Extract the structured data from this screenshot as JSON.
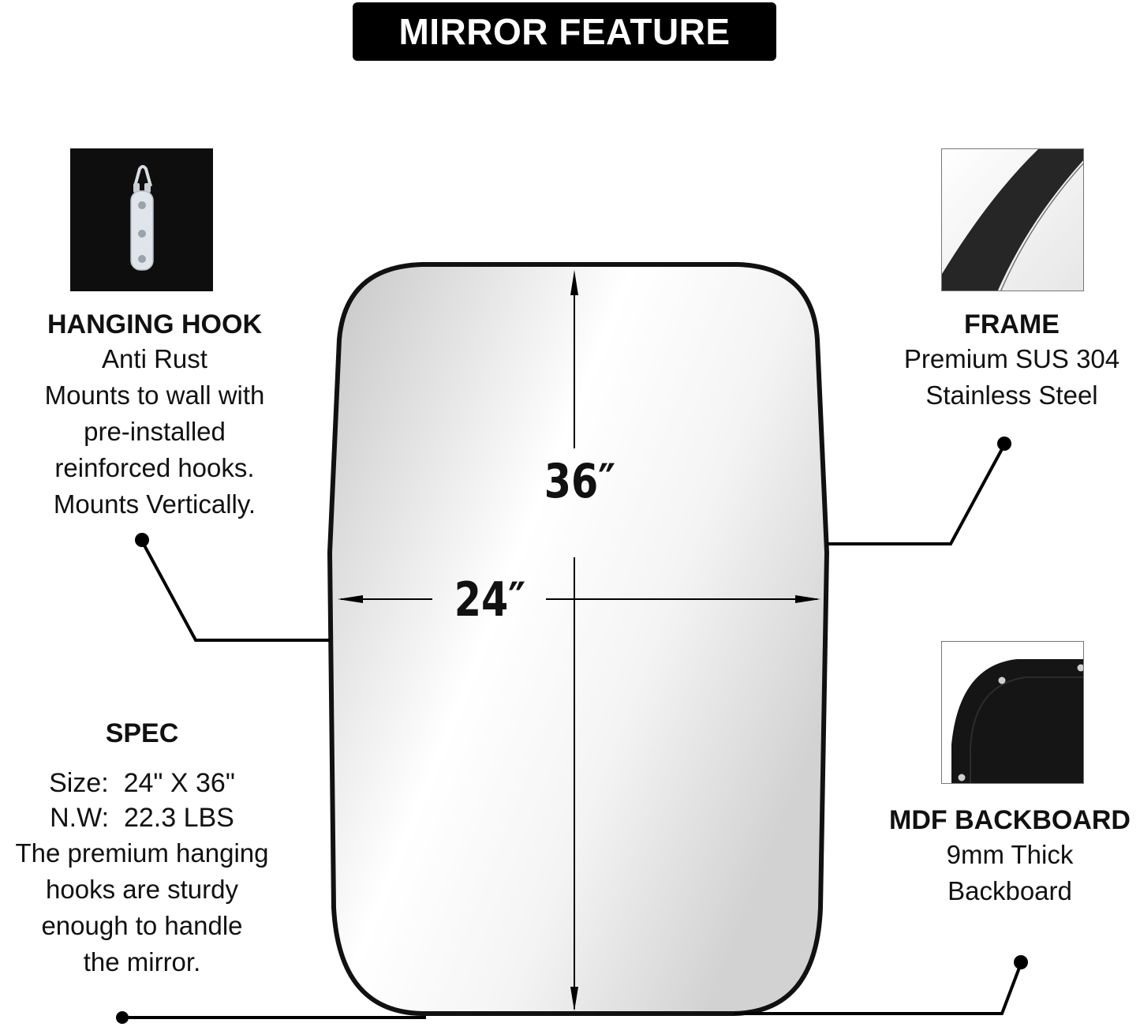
{
  "header": {
    "title": "MIRROR FEATURE"
  },
  "mirror": {
    "height_label": "36″",
    "width_label": "24″",
    "frame_color": "#111111",
    "glass_colors": [
      "#c9c9c9",
      "#ffffff",
      "#d4d4d4"
    ]
  },
  "callouts": {
    "hanging_hook": {
      "title": "HANGING HOOK",
      "lines": [
        "Anti Rust",
        "Mounts to wall with",
        "pre-installed",
        "reinforced hooks.",
        "Mounts Vertically."
      ],
      "thumbnail_icon": "hanging-hook-photo"
    },
    "frame": {
      "title": "FRAME",
      "lines": [
        "Premium SUS 304",
        "Stainless Steel"
      ],
      "thumbnail_icon": "frame-edge-photo"
    },
    "spec": {
      "title": "SPEC",
      "size_label": "Size:",
      "size_value": "24\" X 36\"",
      "weight_label": "N.W:",
      "weight_value": "22.3 LBS",
      "lines": [
        "The premium hanging",
        "hooks are sturdy",
        "enough to handle",
        "the mirror."
      ]
    },
    "mdf_backboard": {
      "title": "MDF BACKBOARD",
      "lines": [
        "9mm Thick",
        "Backboard"
      ],
      "thumbnail_icon": "backboard-corner-photo"
    }
  }
}
